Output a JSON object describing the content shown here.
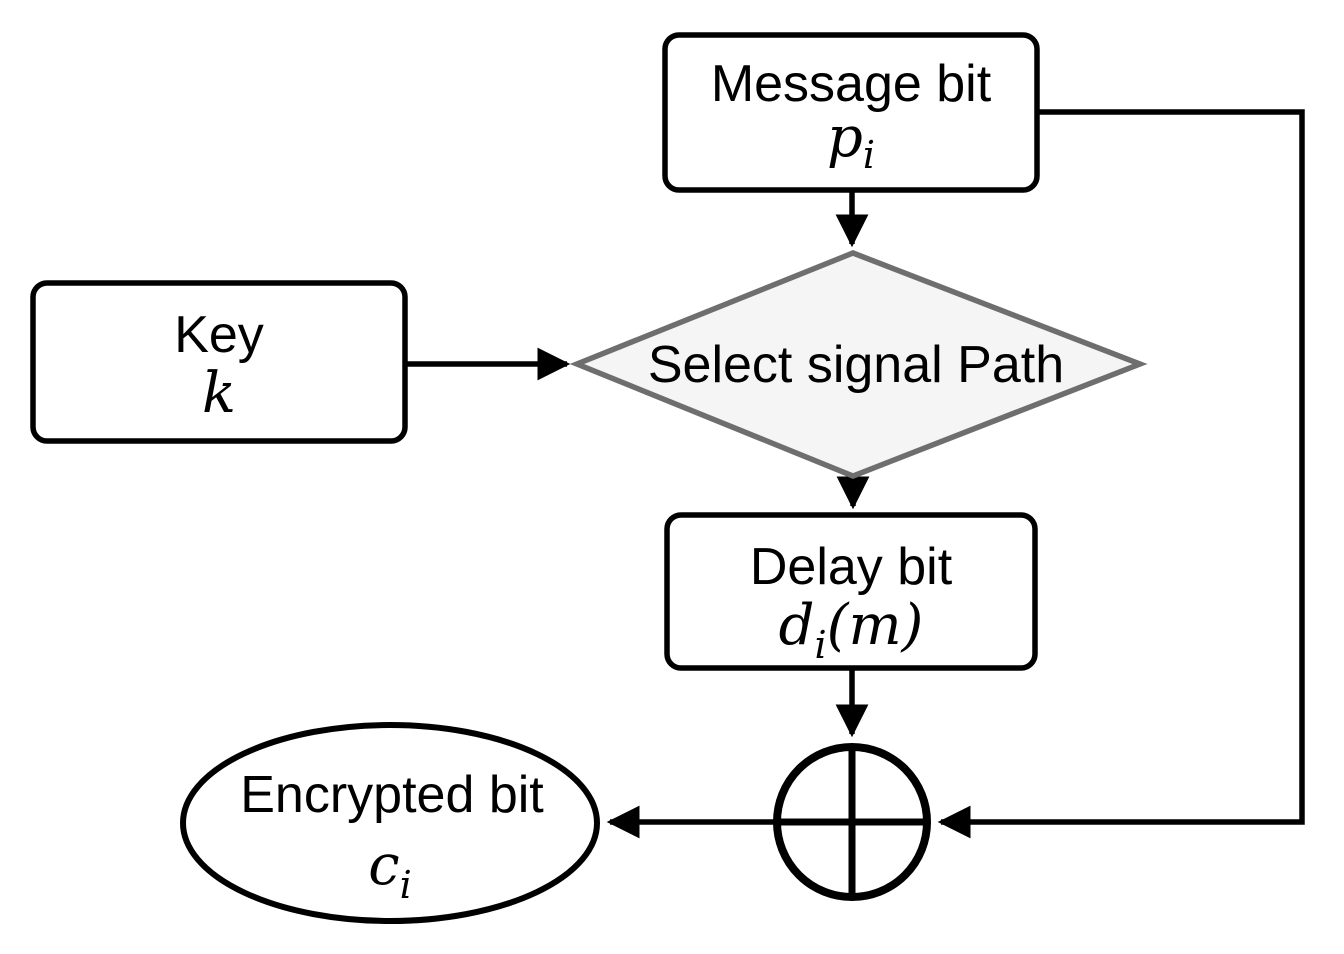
{
  "diagram": {
    "nodes": {
      "message": {
        "label": "Message bit",
        "symbol": "p",
        "subscript": "i"
      },
      "key": {
        "label": "Key",
        "symbol": "k"
      },
      "select": {
        "label": "Select signal Path"
      },
      "delay": {
        "label": "Delay bit",
        "symbol": "d",
        "subscript": "i",
        "suffix": "(m)"
      },
      "encrypted": {
        "label": "Encrypted bit",
        "symbol": "c",
        "subscript": "i"
      }
    },
    "icons": {
      "xor": "xor-circle-plus-icon"
    },
    "colors": {
      "background": "#ffffff",
      "line": "#000000",
      "text": "#000000",
      "diamond_border": "#6e6e6e",
      "diamond_fill": "#f5f5f5",
      "node_fill": "#ffffff"
    }
  }
}
